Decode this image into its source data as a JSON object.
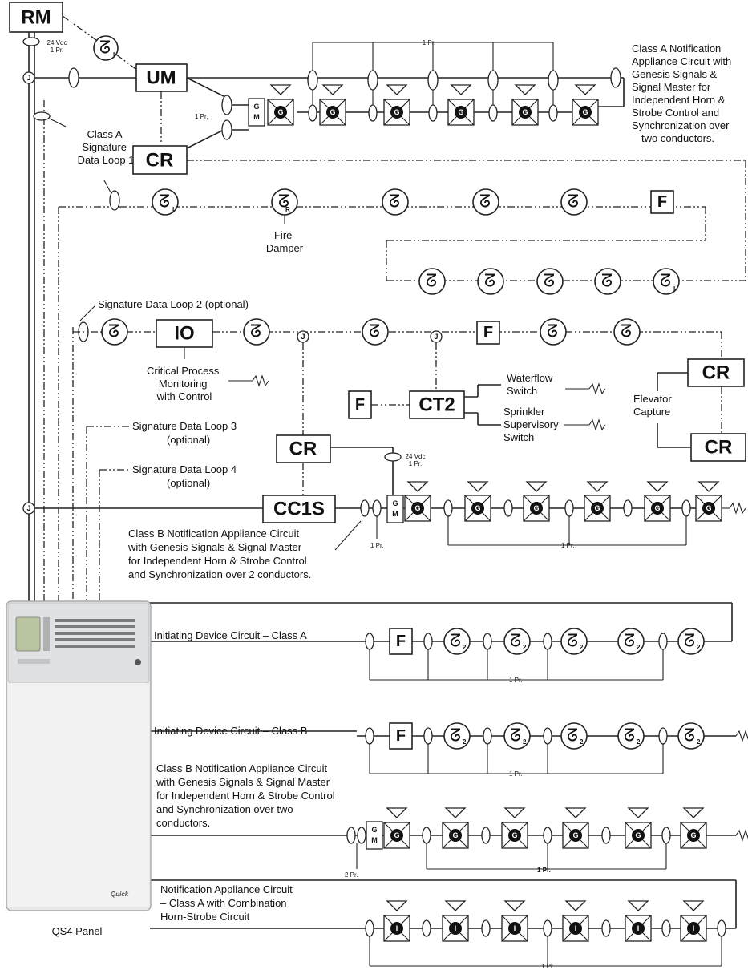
{
  "devices": {
    "rm": "RM",
    "um": "UM",
    "cr": "CR",
    "io": "IO",
    "ct2": "CT2",
    "cc1s": "CC1S",
    "f": "F",
    "gm_g": "G",
    "gm_m": "M",
    "signal_g": "G",
    "signal_i": "I",
    "sub_i": "I",
    "sub_r": "R",
    "sub_2": "2",
    "junction": "J",
    "detector_glyph": "ᘔ"
  },
  "labels": {
    "vdc_24": "24 Vdc",
    "one_pr": "1 Pr.",
    "one_pr_bold": "1 Pr.",
    "one_pr_nodot": "1 Pr",
    "two_pr": "2 Pr.",
    "class_a_loop1": [
      "Class A",
      "Signature",
      "Data Loop 1"
    ],
    "class_a_nac_top": [
      "Class A Notification",
      "Appliance Circuit with",
      "Genesis Signals &",
      "Signal Master for",
      "Independent Horn &",
      "Strobe Control and",
      "Synchronization over",
      "two conductors."
    ],
    "fire_damper": [
      "Fire",
      "Damper"
    ],
    "loop2": "Signature Data Loop 2 (optional)",
    "critical_process": [
      "Critical Process",
      "Monitoring",
      "with Control"
    ],
    "waterflow": [
      "Waterflow",
      "Switch"
    ],
    "sprinkler": [
      "Sprinkler",
      "Supervisory",
      "Switch"
    ],
    "elevator": [
      "Elevator",
      "Capture"
    ],
    "loop3": [
      "Signature Data Loop 3",
      "(optional)"
    ],
    "loop4": [
      "Signature Data Loop 4",
      "(optional)"
    ],
    "class_b_nac_mid": [
      "Class B Notification Appliance Circuit",
      "with Genesis Signals & Signal Master",
      "for Independent Horn & Strobe Control",
      "and Synchronization over 2 conductors."
    ],
    "idc_class_a": "Initiating Device Circuit – Class A",
    "idc_class_b": "Initiating Device Circuit – Class B",
    "class_b_nac_low": [
      "Class B Notification Appliance Circuit",
      "with Genesis Signals & Signal Master",
      "for Independent Horn & Strobe Control",
      "and Synchronization over two",
      "conductors."
    ],
    "nac_class_a_combo": [
      "Notification Appliance Circuit",
      "– Class A with Combination",
      "Horn-Strobe Circuit"
    ],
    "panel_name": "QS4 Panel",
    "panel_brand": "Quick"
  },
  "colors": {
    "line": "#222222",
    "panel_body": "#e8e9ea",
    "panel_screen": "#b9c4a0"
  }
}
